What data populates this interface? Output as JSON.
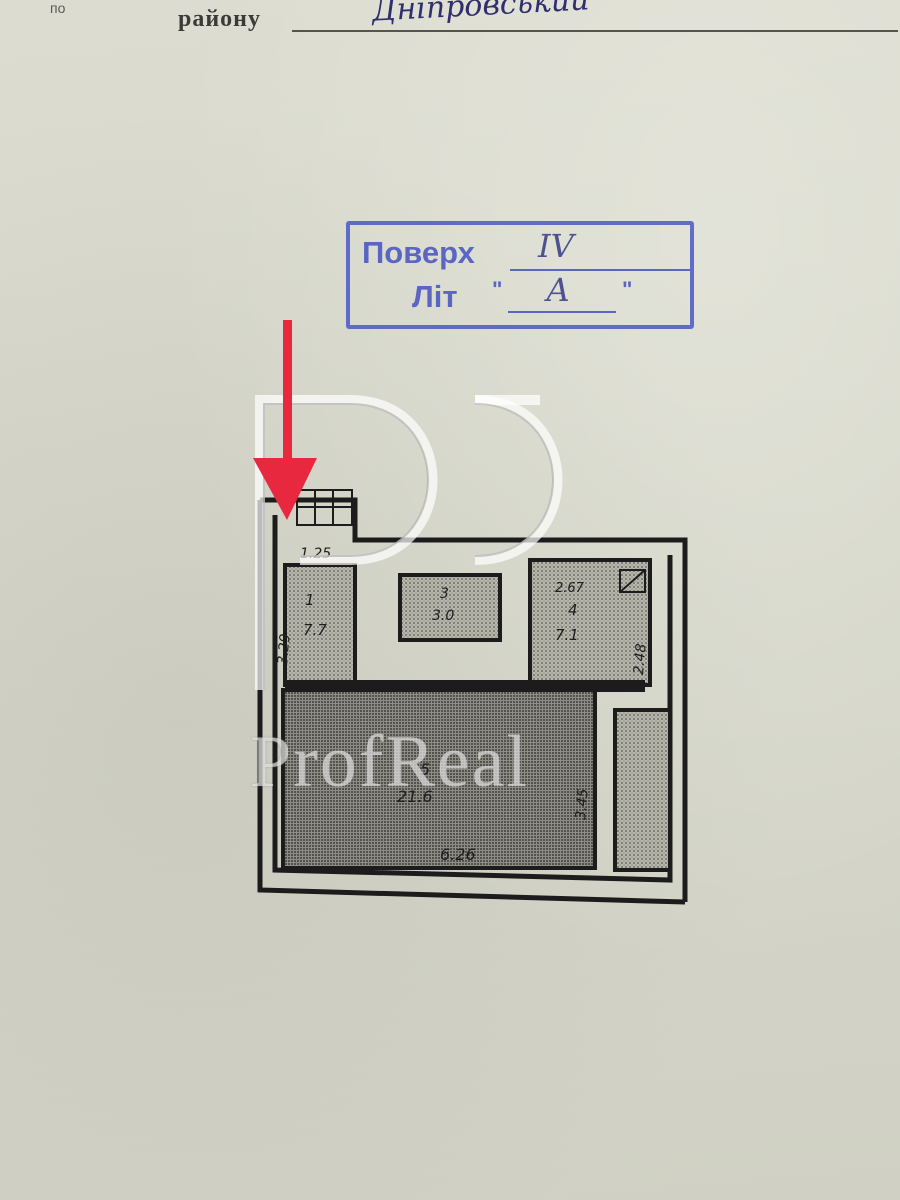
{
  "header": {
    "top_fragment": "по",
    "district_label": "району",
    "district_value": "Дніпровський"
  },
  "stamp": {
    "floor_label": "Поверх",
    "floor_value": "IV",
    "letter_label": "Літ",
    "letter_value": "А",
    "quote_open": "\"",
    "quote_close": "\""
  },
  "plan": {
    "rooms": [
      {
        "number": "1",
        "area": "7.7"
      },
      {
        "number": "3",
        "area": "3.0"
      },
      {
        "number": "4",
        "area": "7.1"
      },
      {
        "number": "5",
        "area": "21.6"
      }
    ],
    "dimensions": {
      "d_top_left": "1.25",
      "d_left": "3.29",
      "d_top_right": "2.67",
      "d_right": "2.48",
      "d_bottom": "6.26",
      "d_right_lower": "3.45"
    }
  },
  "watermark": {
    "brand_text": "ProfReal"
  },
  "colors": {
    "paper": "#d7d8cb",
    "stamp_blue": "#4451c2",
    "arrow_red": "#e8283f",
    "ink": "#1e1e1e"
  }
}
